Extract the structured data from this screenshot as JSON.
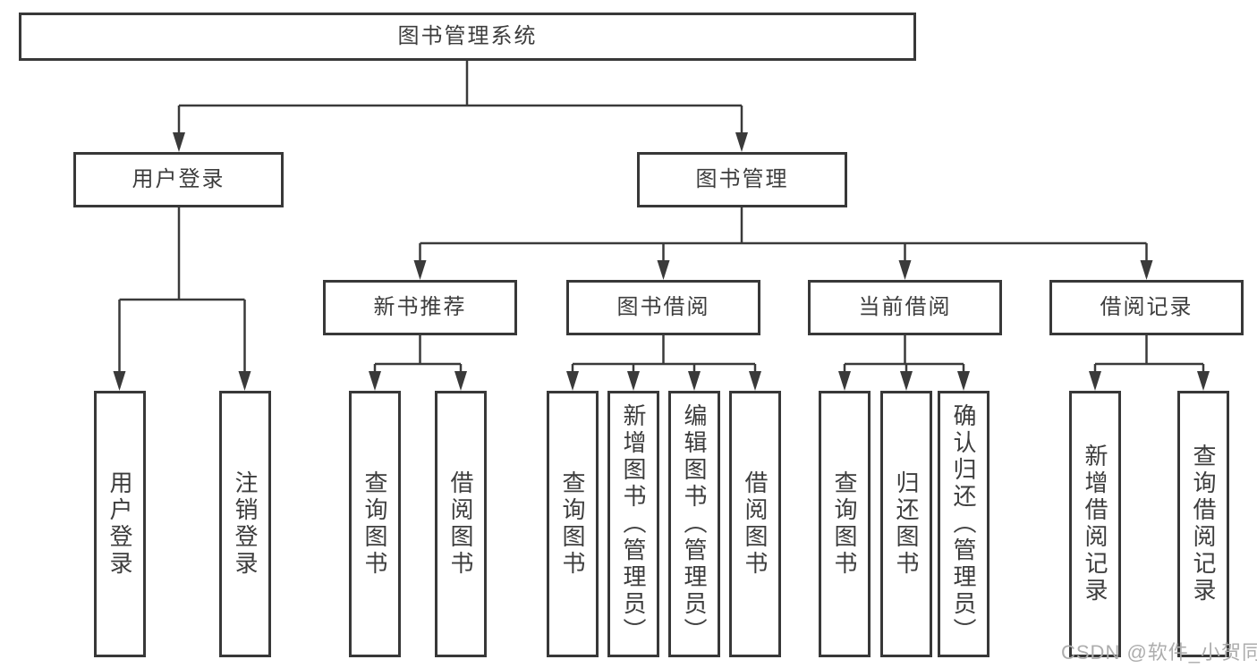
{
  "diagram": {
    "title": "图书管理系统",
    "branches": {
      "user_login": {
        "label": "用户登录",
        "children": {
          "login": "用户登录",
          "logout": "注销登录"
        }
      },
      "book_mgmt": {
        "label": "图书管理",
        "groups": {
          "new_book_rec": {
            "label": "新书推荐",
            "children": {
              "query": "查询图书",
              "borrow": "借阅图书"
            }
          },
          "book_borrow": {
            "label": "图书借阅",
            "children": {
              "query": "查询图书",
              "add": "新增图书（管理员）",
              "edit": "编辑图书（管理员）",
              "borrow": "借阅图书"
            }
          },
          "current_borrow": {
            "label": "当前借阅",
            "children": {
              "query": "查询图书",
              "return": "归还图书",
              "confirm": "确认归还（管理员）"
            }
          },
          "borrow_records": {
            "label": "借阅记录",
            "children": {
              "add": "新增借阅记录",
              "query": "查询借阅记录"
            }
          }
        }
      }
    }
  },
  "watermark": {
    "text": "CSDN @软件_小贺同学"
  },
  "colors": {
    "line": "#3a3a3a",
    "border": "#383838",
    "text": "#3d3d3d",
    "watermark": "#adadad",
    "background": "#ffffff"
  }
}
